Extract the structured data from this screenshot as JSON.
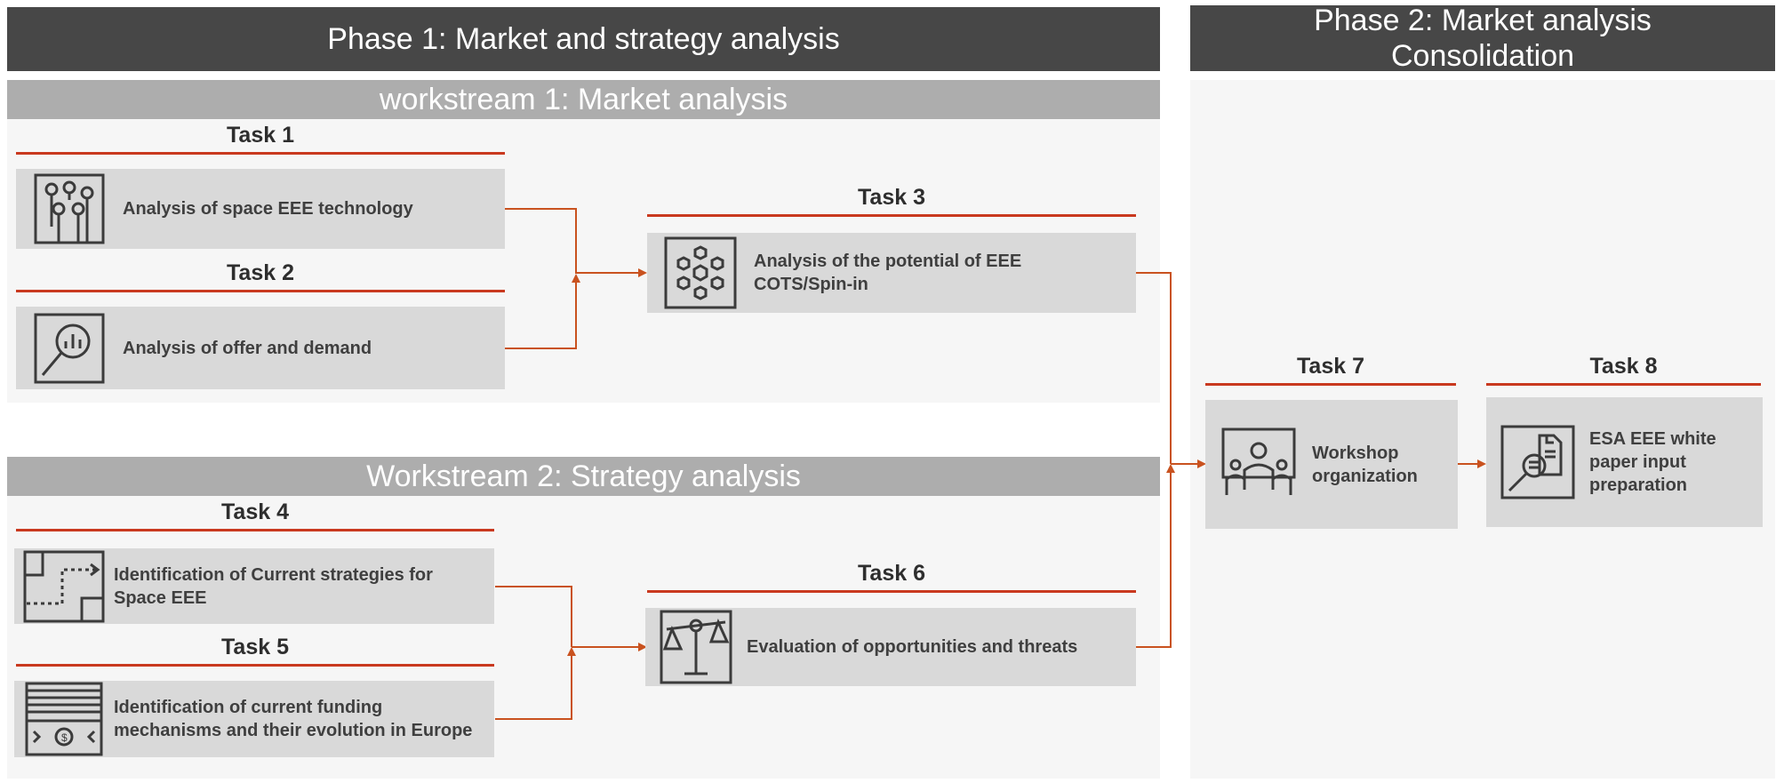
{
  "phase1": {
    "title": "Phase 1: Market and strategy analysis"
  },
  "phase2": {
    "title_line1": "Phase 2: Market analysis",
    "title_line2": "Consolidation"
  },
  "workstream1": {
    "title": "workstream 1: Market analysis"
  },
  "workstream2": {
    "title": "Workstream 2:  Strategy analysis"
  },
  "tasks": [
    {
      "label": "Task 1",
      "text": "Analysis of space  EEE technology",
      "icon": "circuit-icon"
    },
    {
      "label": "Task 2",
      "text": "Analysis of offer and demand",
      "icon": "market-search-icon"
    },
    {
      "label": "Task 3",
      "text": "Analysis of  the potential of EEE COTS/Spin-in",
      "icon": "hexagon-network-icon"
    },
    {
      "label": "Task 4",
      "text": "Identification of Current strategies for Space EEE",
      "icon": "route-map-icon"
    },
    {
      "label": "Task 5",
      "text": "Identification of current funding mechanisms and their evolution in Europe",
      "icon": "money-icon"
    },
    {
      "label": "Task 6",
      "text": "Evaluation of opportunities and threats",
      "icon": "balance-scale-icon"
    },
    {
      "label": "Task 7",
      "text": "Workshop organization",
      "icon": "people-group-icon"
    },
    {
      "label": "Task 8",
      "text": "ESA EEE white paper input preparation",
      "icon": "document-search-icon"
    }
  ],
  "colors": {
    "accent": "#c9391f",
    "connector": "#c9521f",
    "phase_header": "#474747",
    "workstream_header": "#adadad",
    "box": "#d9d9d9",
    "panel": "#f6f6f6"
  }
}
